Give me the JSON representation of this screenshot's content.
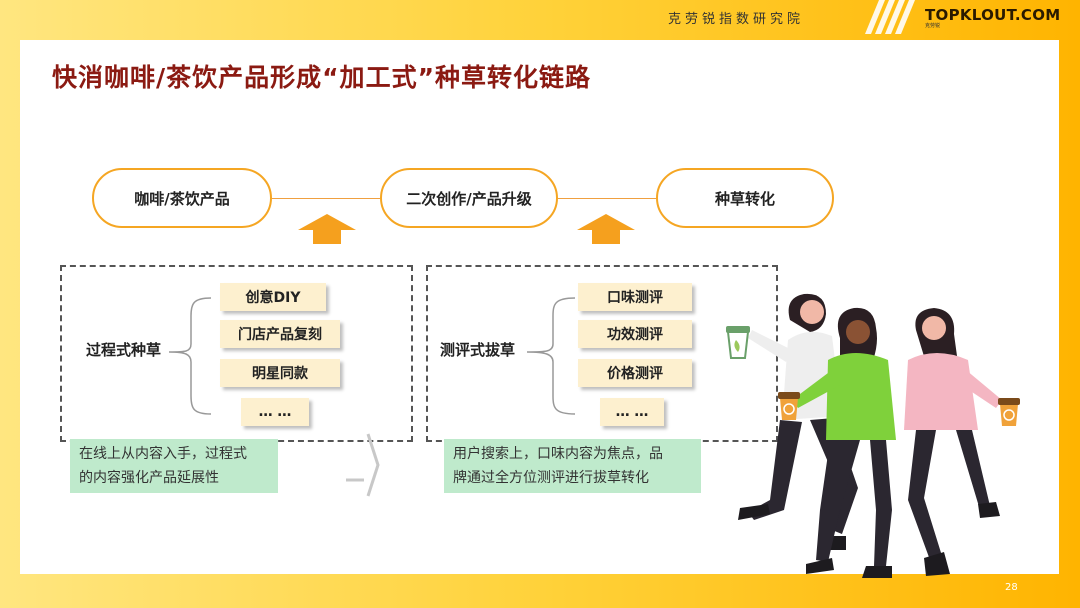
{
  "header": {
    "org_name": "克劳锐指数研究院",
    "brand": "TOPKLOUT.COM",
    "brand_tagline": "克劳锐"
  },
  "page_title": "快消咖啡/茶饮产品形成“加工式”种草转化链路",
  "flow": {
    "step1": "咖啡/茶饮产品",
    "step2": "二次创作/产品升级",
    "step3": "种草转化"
  },
  "left_panel": {
    "label": "过程式种草",
    "items": [
      "创意DIY",
      "门店产品复刻",
      "明星同款",
      "… …"
    ],
    "note": [
      "在线上从内容入手，过程式",
      "的内容强化产品延展性"
    ]
  },
  "right_panel": {
    "label": "测评式拔草",
    "items": [
      "口味测评",
      "功效测评",
      "价格测评",
      "… …"
    ],
    "note": [
      "用户搜索上，口味内容为焦点，品",
      "牌通过全方位测评进行拔草转化"
    ]
  },
  "page_number": "28",
  "colors": {
    "accent_orange": "#f5a623",
    "title_red": "#8b1a12",
    "note_green": "#bfeacc",
    "tag_bg": "#fdf0cf"
  }
}
